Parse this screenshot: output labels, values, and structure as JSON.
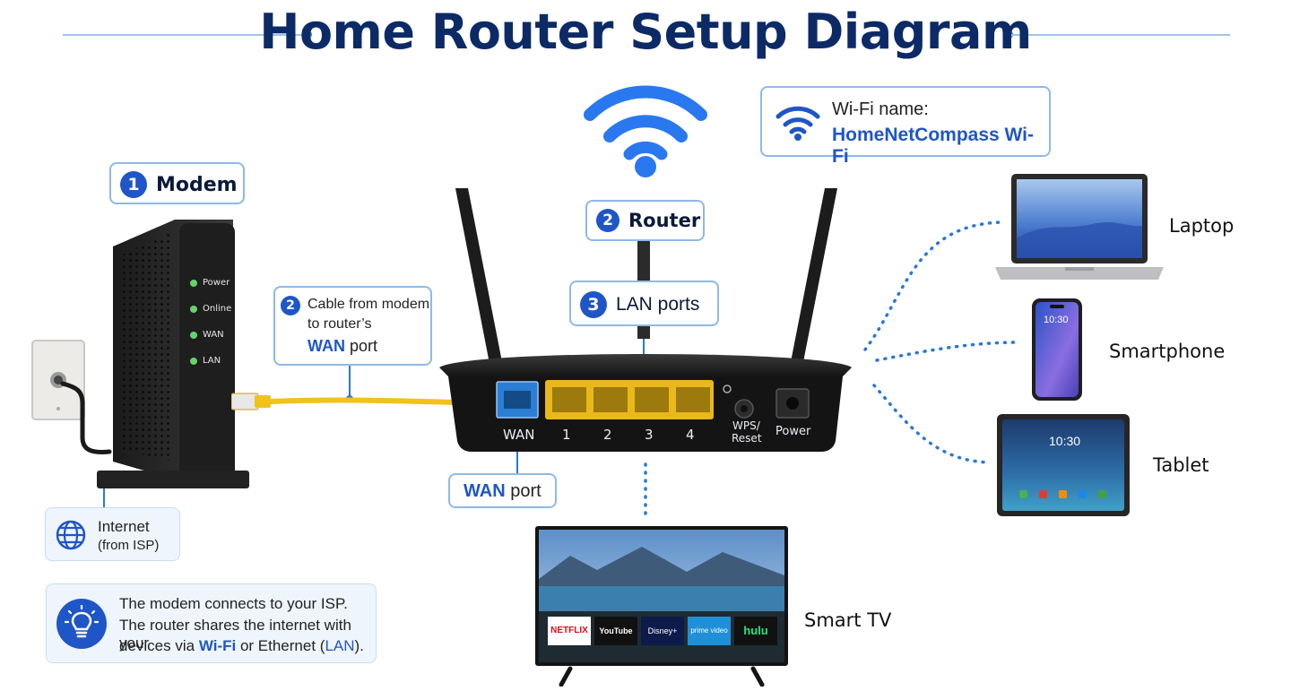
{
  "title": "Home Router Setup Diagram",
  "modem": {
    "number": "1",
    "label": "Modem",
    "leds": [
      "Power",
      "Online",
      "WAN",
      "LAN"
    ]
  },
  "router": {
    "number": "2",
    "label": "Router",
    "ports": {
      "wan": "WAN",
      "lan": [
        "1",
        "2",
        "3",
        "4"
      ],
      "wps_line1": "WPS/",
      "wps_line2": "Reset",
      "power": "Power"
    }
  },
  "lan_callout": {
    "number": "3",
    "label": "LAN ports"
  },
  "cable_callout": {
    "number": "2",
    "line1": "Cable from modem",
    "line2": "to router’s",
    "line3_bold": "WAN",
    "line3_rest": " port"
  },
  "wan_callout": {
    "bold": "WAN",
    "rest": " port"
  },
  "wifi": {
    "label": "Wi-Fi name:",
    "name": "HomeNetCompass Wi-Fi"
  },
  "internet": {
    "line1": "Internet",
    "line2": "(from ISP)"
  },
  "info": {
    "line1": "The modem connects to your ISP.",
    "line2": "The router shares the internet with your",
    "line3_pre": "devices via ",
    "line3_wifi": "Wi-Fi",
    "line3_mid": " or Ethernet (",
    "line3_lan": "LAN",
    "line3_end": ")."
  },
  "devices": {
    "laptop": "Laptop",
    "smartphone": "Smartphone",
    "tablet": "Tablet",
    "tv": "Smart TV"
  },
  "screens": {
    "phone_time": "10:30",
    "tablet_time": "10:30",
    "tv_apps": [
      "NETFLIX",
      "YouTube",
      "Disney+",
      "prime video",
      "hulu"
    ]
  },
  "colors": {
    "accent": "#1f56c7",
    "title": "#0c2a66",
    "cable": "#f2c21b",
    "wan_port": "#2a7fd4",
    "lan_port": "#e9b81a"
  }
}
